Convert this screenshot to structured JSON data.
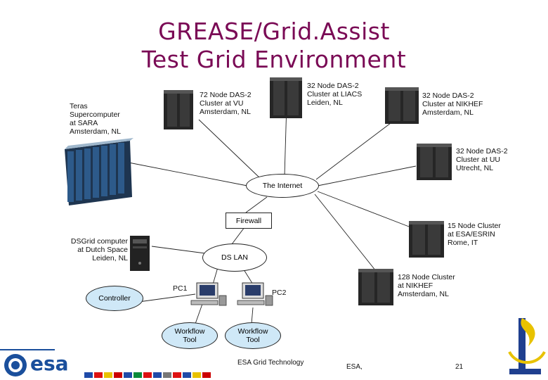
{
  "title": {
    "line1": "GREASE/Grid.Assist",
    "line2": "Test Grid Environment"
  },
  "nodes": {
    "teras": "Teras\nSupercomputer\nat SARA\nAmsterdam, NL",
    "vu": "72 Node DAS-2\nCluster at VU\nAmsterdam, NL",
    "liacs": "32 Node DAS-2\nCluster at LIACS\nLeiden, NL",
    "nikhef32": "32 Node DAS-2\nCluster at NIKHEF\nAmsterdam, NL",
    "uu": "32 Node DAS-2\nCluster at UU\nUtrecht, NL",
    "internet": "The Internet",
    "firewall": "Firewall",
    "esrin": "15 Node Cluster\nat ESA/ESRIN\nRome, IT",
    "dsgrid": "DSGrid computer\nat Dutch Space\nLeiden, NL",
    "dslan": "DS LAN",
    "nikhef128": "128 Node Cluster\nat NIKHEF\nAmsterdam, NL",
    "pc1": "PC1",
    "pc2": "PC2",
    "controller": "Controller",
    "workflow1": "Workflow\nTool",
    "workflow2": "Workflow\nTool"
  },
  "footer": {
    "logo_text": "esa",
    "center": "ESA Grid Technology",
    "org": "ESA,",
    "page": "21"
  },
  "colors": {
    "title": "#7a0a55",
    "esa_blue": "#1a4f9c",
    "workflow_fill": "#cfe8f7"
  },
  "icons": [
    "server-rack-icon",
    "supercomputer-icon",
    "desktop-pc-icon",
    "tower-computer-icon",
    "esa-logo",
    "eu-flags-icon",
    "torch-logo-icon"
  ]
}
